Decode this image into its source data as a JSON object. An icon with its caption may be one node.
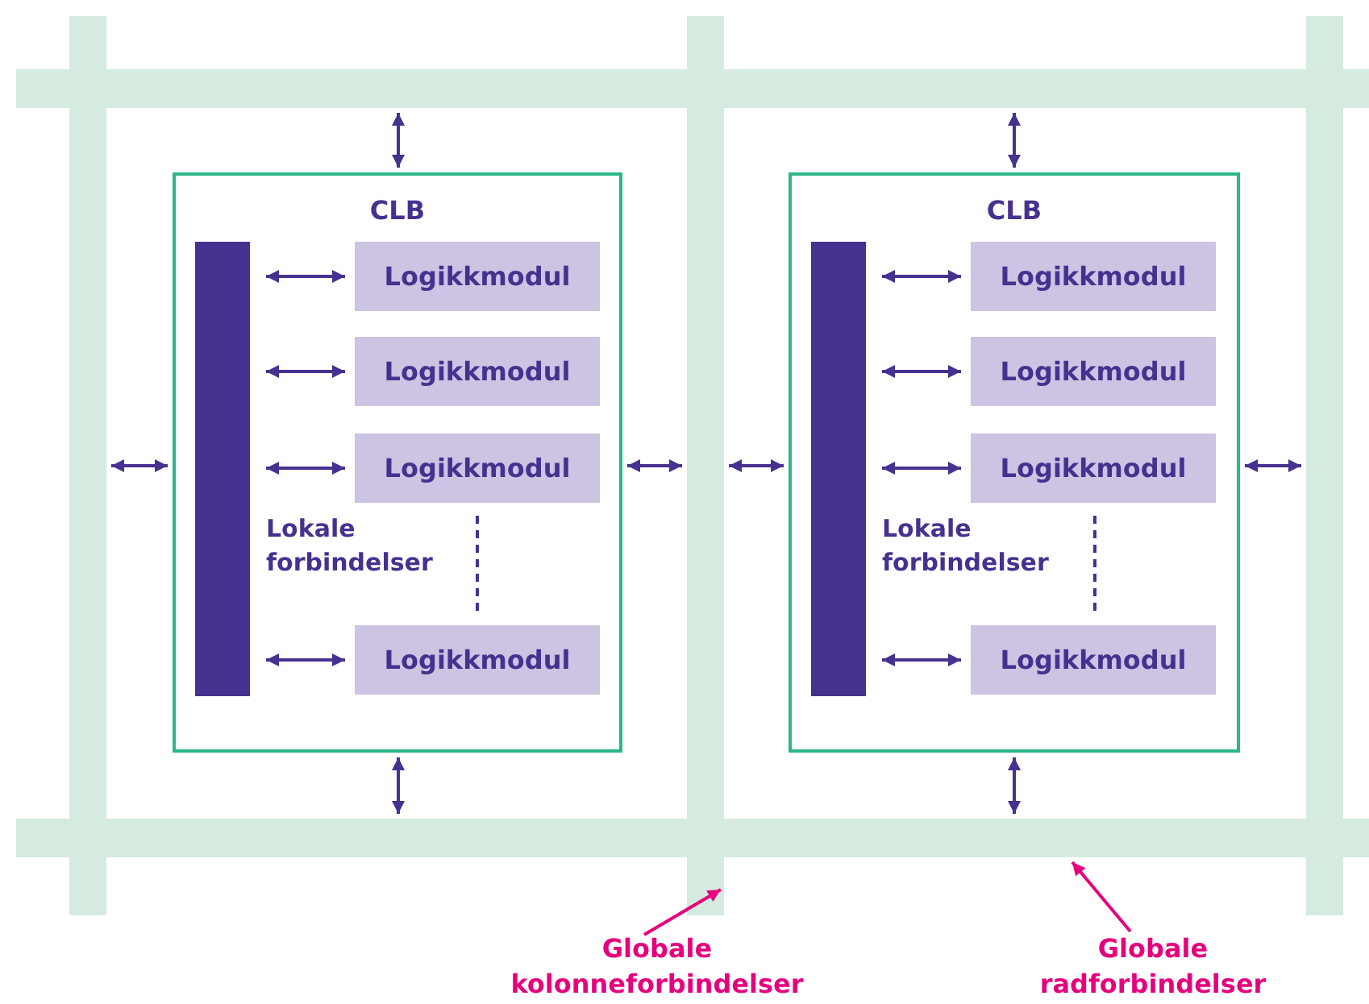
{
  "diagram": {
    "nodes": [
      {
        "text": [],
        "shape": "bar"
      },
      {
        "text": [],
        "shape": "bar"
      },
      {
        "text": [],
        "shape": "bar"
      },
      {
        "text": [],
        "shape": "bar"
      },
      {
        "text": [],
        "shape": "bar"
      },
      {
        "text": [
          "CLB"
        ]
      },
      {
        "text": [],
        "shape": "bar",
        "in": 5,
        "beside": [
          "Lokale forbindelser"
        ]
      },
      {
        "text": [
          "Logikkmodul"
        ],
        "in": 5
      },
      {
        "text": [
          "Logikkmodul"
        ],
        "in": 5
      },
      {
        "text": [
          "Logikkmodul"
        ],
        "in": 5
      },
      {
        "text": [
          "Logikkmodul"
        ],
        "in": 5
      },
      {
        "text": [
          "CLB"
        ]
      },
      {
        "text": [],
        "shape": "bar",
        "in": 11,
        "beside": [
          "Lokale forbindelser"
        ]
      },
      {
        "text": [
          "Logikkmodul"
        ],
        "in": 11
      },
      {
        "text": [
          "Logikkmodul"
        ],
        "in": 11
      },
      {
        "text": [
          "Logikkmodul"
        ],
        "in": 11
      },
      {
        "text": [
          "Logikkmodul"
        ],
        "in": 11
      },
      {
        "text": [
          "Globale kolonneforbindelser"
        ]
      },
      {
        "text": [
          "Globale radforbindelser"
        ]
      }
    ],
    "edges": [
      {
        "from": 0,
        "to": 5,
        "arrow": "both"
      },
      {
        "from": 1,
        "to": 5,
        "arrow": "both"
      },
      {
        "from": 6,
        "to": 7,
        "arrow": "both"
      },
      {
        "from": 6,
        "to": 8,
        "arrow": "both"
      },
      {
        "from": 6,
        "to": 9,
        "arrow": "both"
      },
      {
        "from": 6,
        "to": 10,
        "arrow": "both"
      },
      {
        "from": 5,
        "to": 2,
        "arrow": "both"
      },
      {
        "from": 5,
        "to": 4,
        "arrow": "both"
      },
      {
        "from": 0,
        "to": 11,
        "arrow": "both"
      },
      {
        "from": 2,
        "to": 11,
        "arrow": "both"
      },
      {
        "from": 12,
        "to": 13,
        "arrow": "both"
      },
      {
        "from": 12,
        "to": 14,
        "arrow": "both"
      },
      {
        "from": 12,
        "to": 15,
        "arrow": "both"
      },
      {
        "from": 12,
        "to": 16,
        "arrow": "both"
      },
      {
        "from": 11,
        "to": 3,
        "arrow": "both"
      },
      {
        "from": 11,
        "to": 4,
        "arrow": "both"
      },
      {
        "from": 17,
        "to": 2,
        "arrow": "to",
        "color": "#e6007e"
      },
      {
        "from": 18,
        "to": 4,
        "arrow": "to",
        "color": "#e6007e"
      }
    ]
  }
}
